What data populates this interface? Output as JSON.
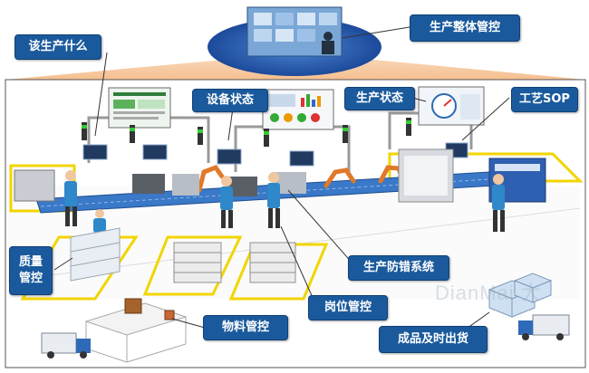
{
  "labels": {
    "overall_control": "生产整体管控",
    "what_to_produce": "该生产什么",
    "equipment_status": "设备状态",
    "production_status": "生产状态",
    "process_sop": "工艺SOP",
    "quality_control": "质量\n管控",
    "error_proofing": "生产防错系统",
    "station_control": "岗位管控",
    "material_control": "物料管控",
    "finished_goods": "成品及时出货"
  },
  "watermark": "DianMai 大",
  "colors": {
    "label_bg": "#1a5a9c",
    "conveyor": "#3a78c8",
    "zone_line": "#f2d500",
    "beam_orange": "#f6c49a"
  },
  "icons": [
    "monitor-icon",
    "operator-icon",
    "robot-arm-icon",
    "cart-icon",
    "truck-icon",
    "warehouse-icon",
    "shelf-icon"
  ]
}
